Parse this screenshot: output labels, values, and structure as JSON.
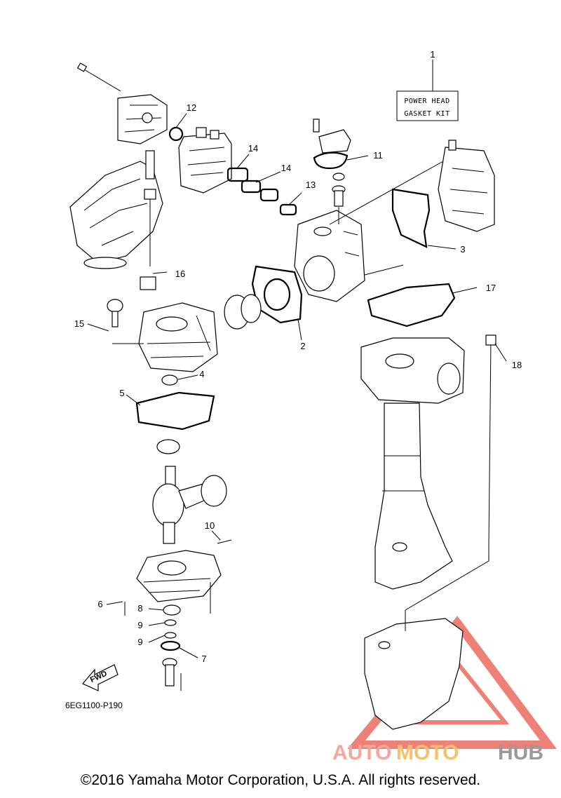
{
  "kit_box": {
    "line1": "POWER HEAD",
    "line2": "GASKET KIT"
  },
  "callouts": [
    {
      "id": "c1",
      "text": "1"
    },
    {
      "id": "c2",
      "text": "2"
    },
    {
      "id": "c3",
      "text": "3"
    },
    {
      "id": "c4",
      "text": "4"
    },
    {
      "id": "c5",
      "text": "5"
    },
    {
      "id": "c6",
      "text": "6"
    },
    {
      "id": "c7",
      "text": "7"
    },
    {
      "id": "c8",
      "text": "8"
    },
    {
      "id": "c9a",
      "text": "9"
    },
    {
      "id": "c9b",
      "text": "9"
    },
    {
      "id": "c10",
      "text": "10"
    },
    {
      "id": "c11",
      "text": "11"
    },
    {
      "id": "c12",
      "text": "12"
    },
    {
      "id": "c13",
      "text": "13"
    },
    {
      "id": "c14a",
      "text": "14"
    },
    {
      "id": "c14b",
      "text": "14"
    },
    {
      "id": "c15",
      "text": "15"
    },
    {
      "id": "c16",
      "text": "16"
    },
    {
      "id": "c17",
      "text": "17"
    },
    {
      "id": "c18",
      "text": "18"
    }
  ],
  "fwd_label": "FWD",
  "diagram_code": "6EG1100-P190",
  "watermark": {
    "part1": "AUTO",
    "part2": "MOTO",
    "part3": "HUB",
    "accent": "#e8564a"
  },
  "copyright": "©2016 Yamaha Motor Corporation, U.S.A. All rights reserved."
}
